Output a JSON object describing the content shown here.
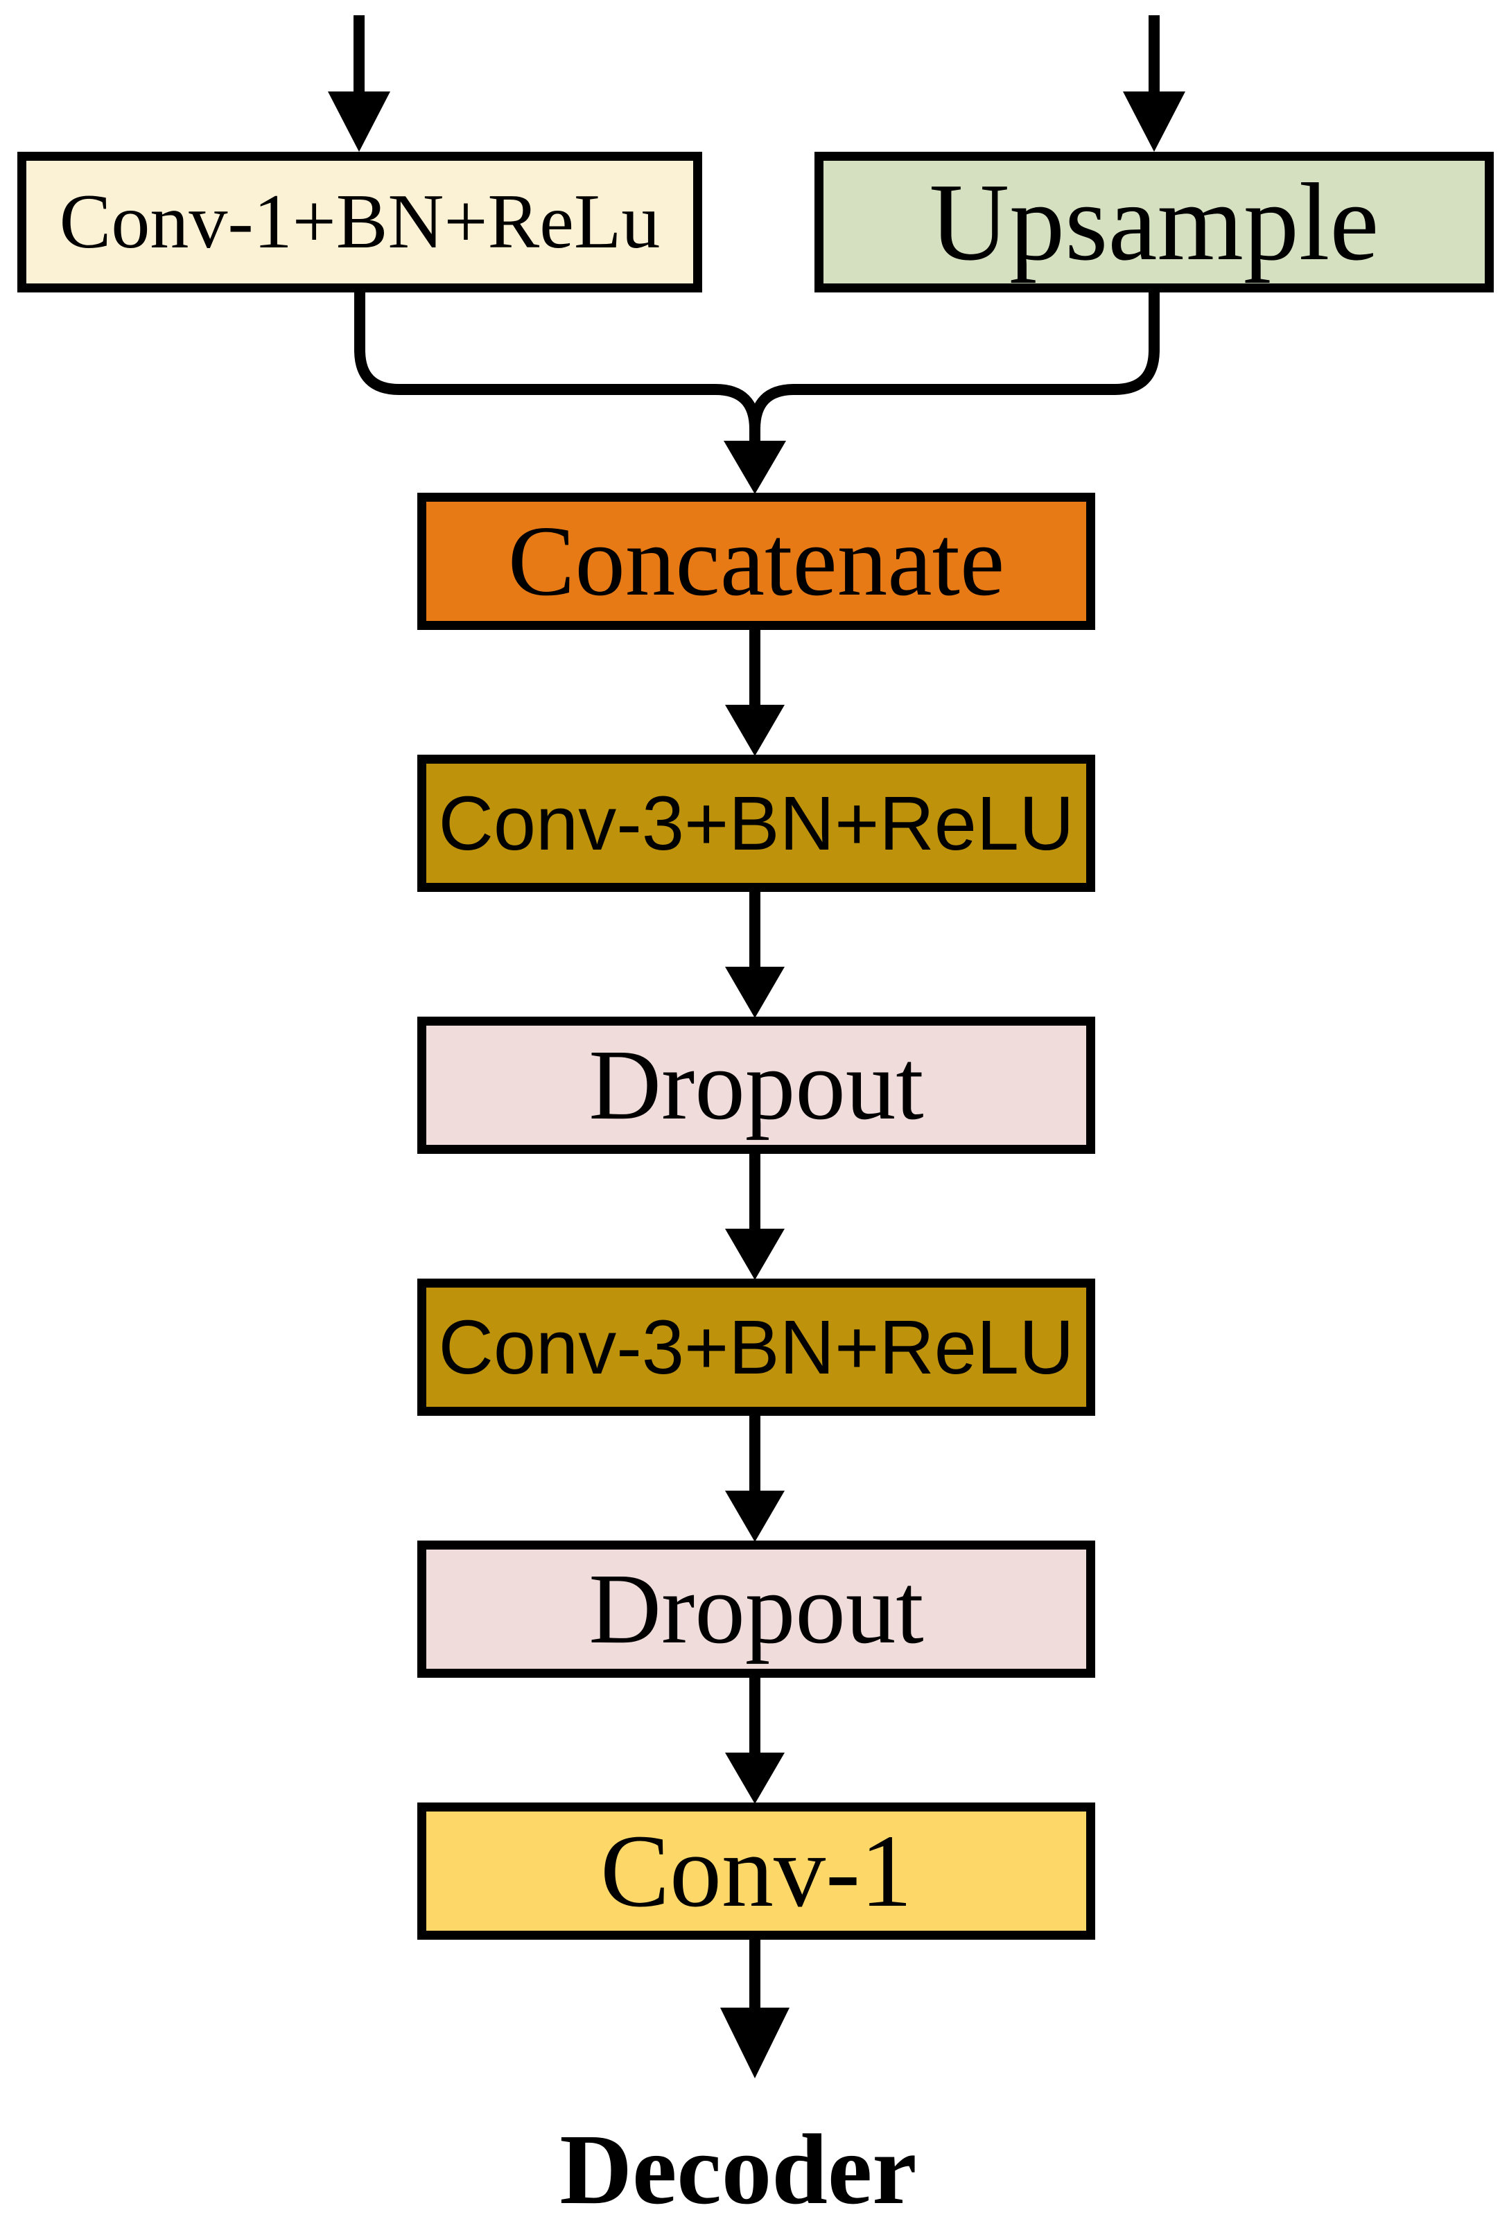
{
  "diagram": {
    "caption": "Decoder",
    "top_nodes": [
      {
        "id": "conv1-bn-relu",
        "label": "Conv-1+BN+ReLu",
        "fill": "#FBF2D5"
      },
      {
        "id": "upsample",
        "label": "Upsample",
        "fill": "#D5E0C0"
      }
    ],
    "chain_nodes": [
      {
        "id": "concatenate",
        "label": "Concatenate",
        "fill": "#E87A16"
      },
      {
        "id": "conv3-bn-relu-1",
        "label": "Conv-3+BN+ReLU",
        "fill": "#BE920B"
      },
      {
        "id": "dropout-1",
        "label": "Dropout",
        "fill": "#F0DCDA"
      },
      {
        "id": "conv3-bn-relu-2",
        "label": "Conv-3+BN+ReLU",
        "fill": "#BE920B"
      },
      {
        "id": "dropout-2",
        "label": "Dropout",
        "fill": "#F0DCDA"
      },
      {
        "id": "conv1",
        "label": "Conv-1",
        "fill": "#FDD868"
      }
    ],
    "colors": {
      "line": "#000000",
      "border": "#000000",
      "text": "#000000",
      "background": "#ffffff",
      "cream": "#FBF2D5",
      "green": "#D5E0C0",
      "orange": "#E87A16",
      "gold": "#BE920B",
      "pink": "#F0DCDA",
      "yellow": "#FDD868"
    }
  }
}
